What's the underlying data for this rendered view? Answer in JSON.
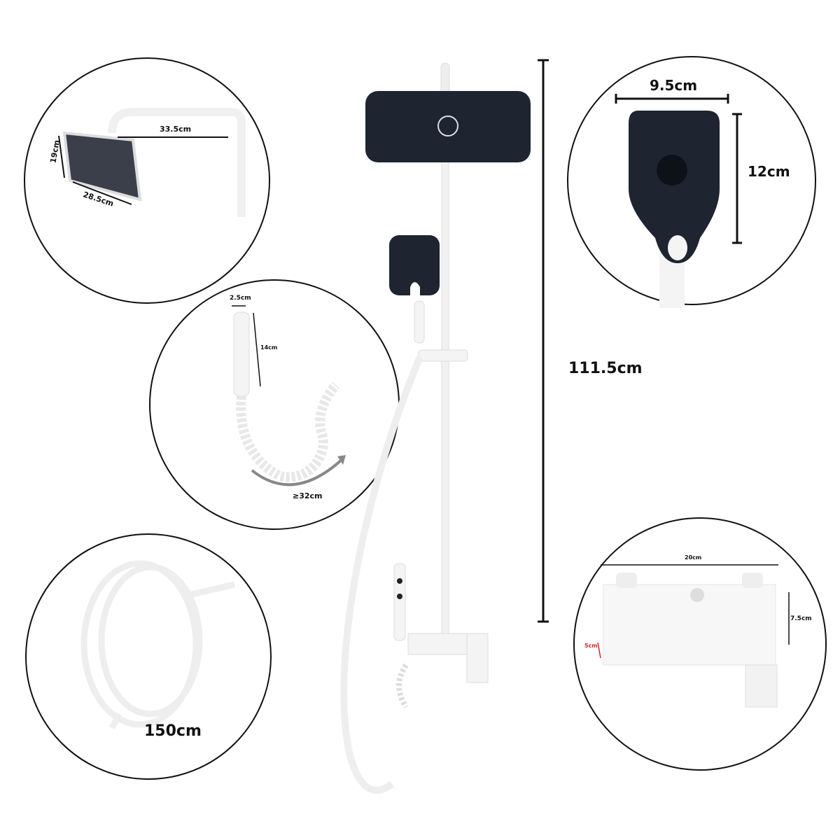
{
  "colors": {
    "outline": "#111111",
    "product_dark": "#1e2430",
    "product_white": "#f4f4f4",
    "accent_red": "#d9242b",
    "arrow_gray": "#888888"
  },
  "labels": {
    "overall_height": "111.5cm",
    "rain_arm_length": "33.5cm",
    "rain_head_height": "19cm",
    "rain_head_width": "28.5cm",
    "hand_shower_width": "9.5cm",
    "hand_shower_height": "12cm",
    "bidet_width": "2.5cm",
    "bidet_length": "14cm",
    "spring_hose_length": "≥32cm",
    "hose_length": "150cm",
    "valve_width": "20cm",
    "valve_height": "7.5cm",
    "valve_button_height": "5cm"
  }
}
